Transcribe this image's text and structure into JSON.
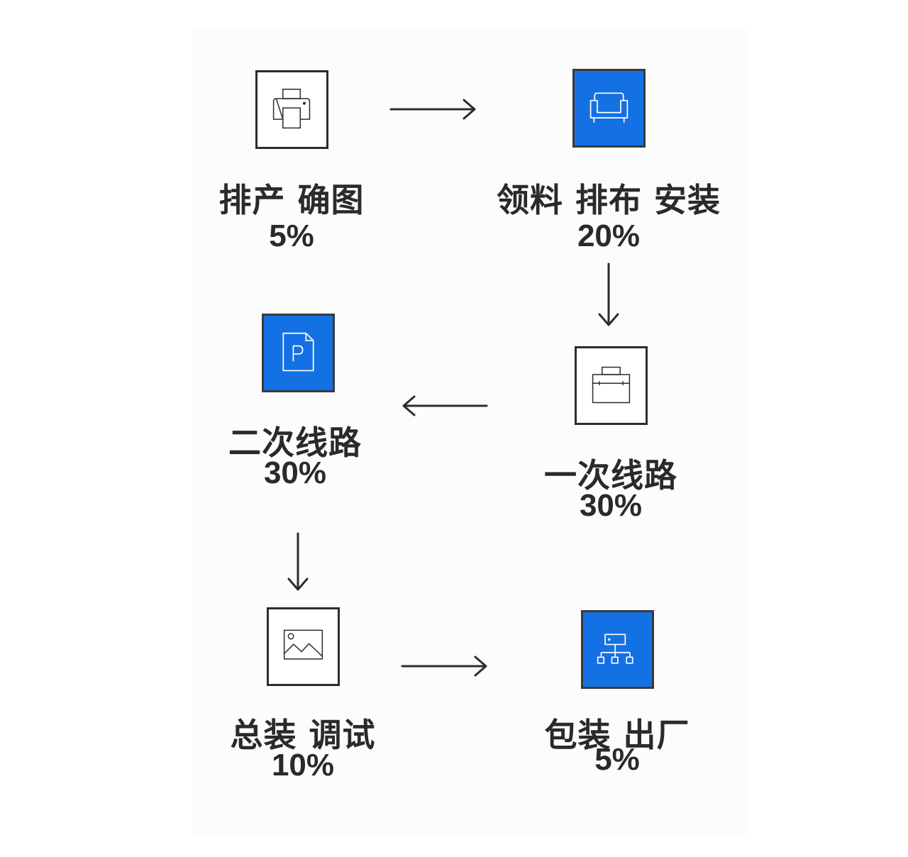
{
  "colors": {
    "accent": "#1471e3",
    "stroke": "#2d2d2d",
    "text": "#2a2a2a"
  },
  "steps": [
    {
      "label": "排产 确图",
      "percent": "5%",
      "icon": "printer-icon",
      "filled": false
    },
    {
      "label": "领料 排布 安装",
      "percent": "20%",
      "icon": "sofa-icon",
      "filled": true
    },
    {
      "label": "一次线路",
      "percent": "30%",
      "icon": "toolbox-icon",
      "filled": false
    },
    {
      "label": "二次线路",
      "percent": "30%",
      "icon": "document-p-icon",
      "filled": true
    },
    {
      "label": "总装 调试",
      "percent": "10%",
      "icon": "image-icon",
      "filled": false
    },
    {
      "label": "包装 出厂",
      "percent": "5%",
      "icon": "hierarchy-icon",
      "filled": true
    }
  ]
}
